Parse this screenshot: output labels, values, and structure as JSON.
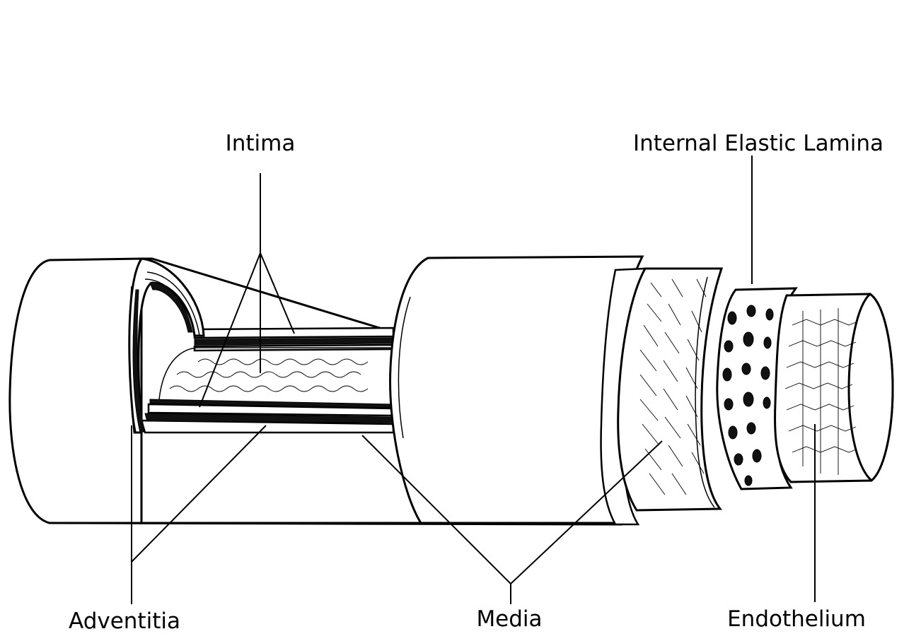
{
  "labels": {
    "intima": "Intima",
    "internal_elastic_lamina": "Internal Elastic Lamina",
    "adventitia": "Adventitia",
    "media": "Media",
    "endothelium": "Endothelium"
  },
  "colors": {
    "ink": "#000000",
    "paper": "#ffffff"
  }
}
